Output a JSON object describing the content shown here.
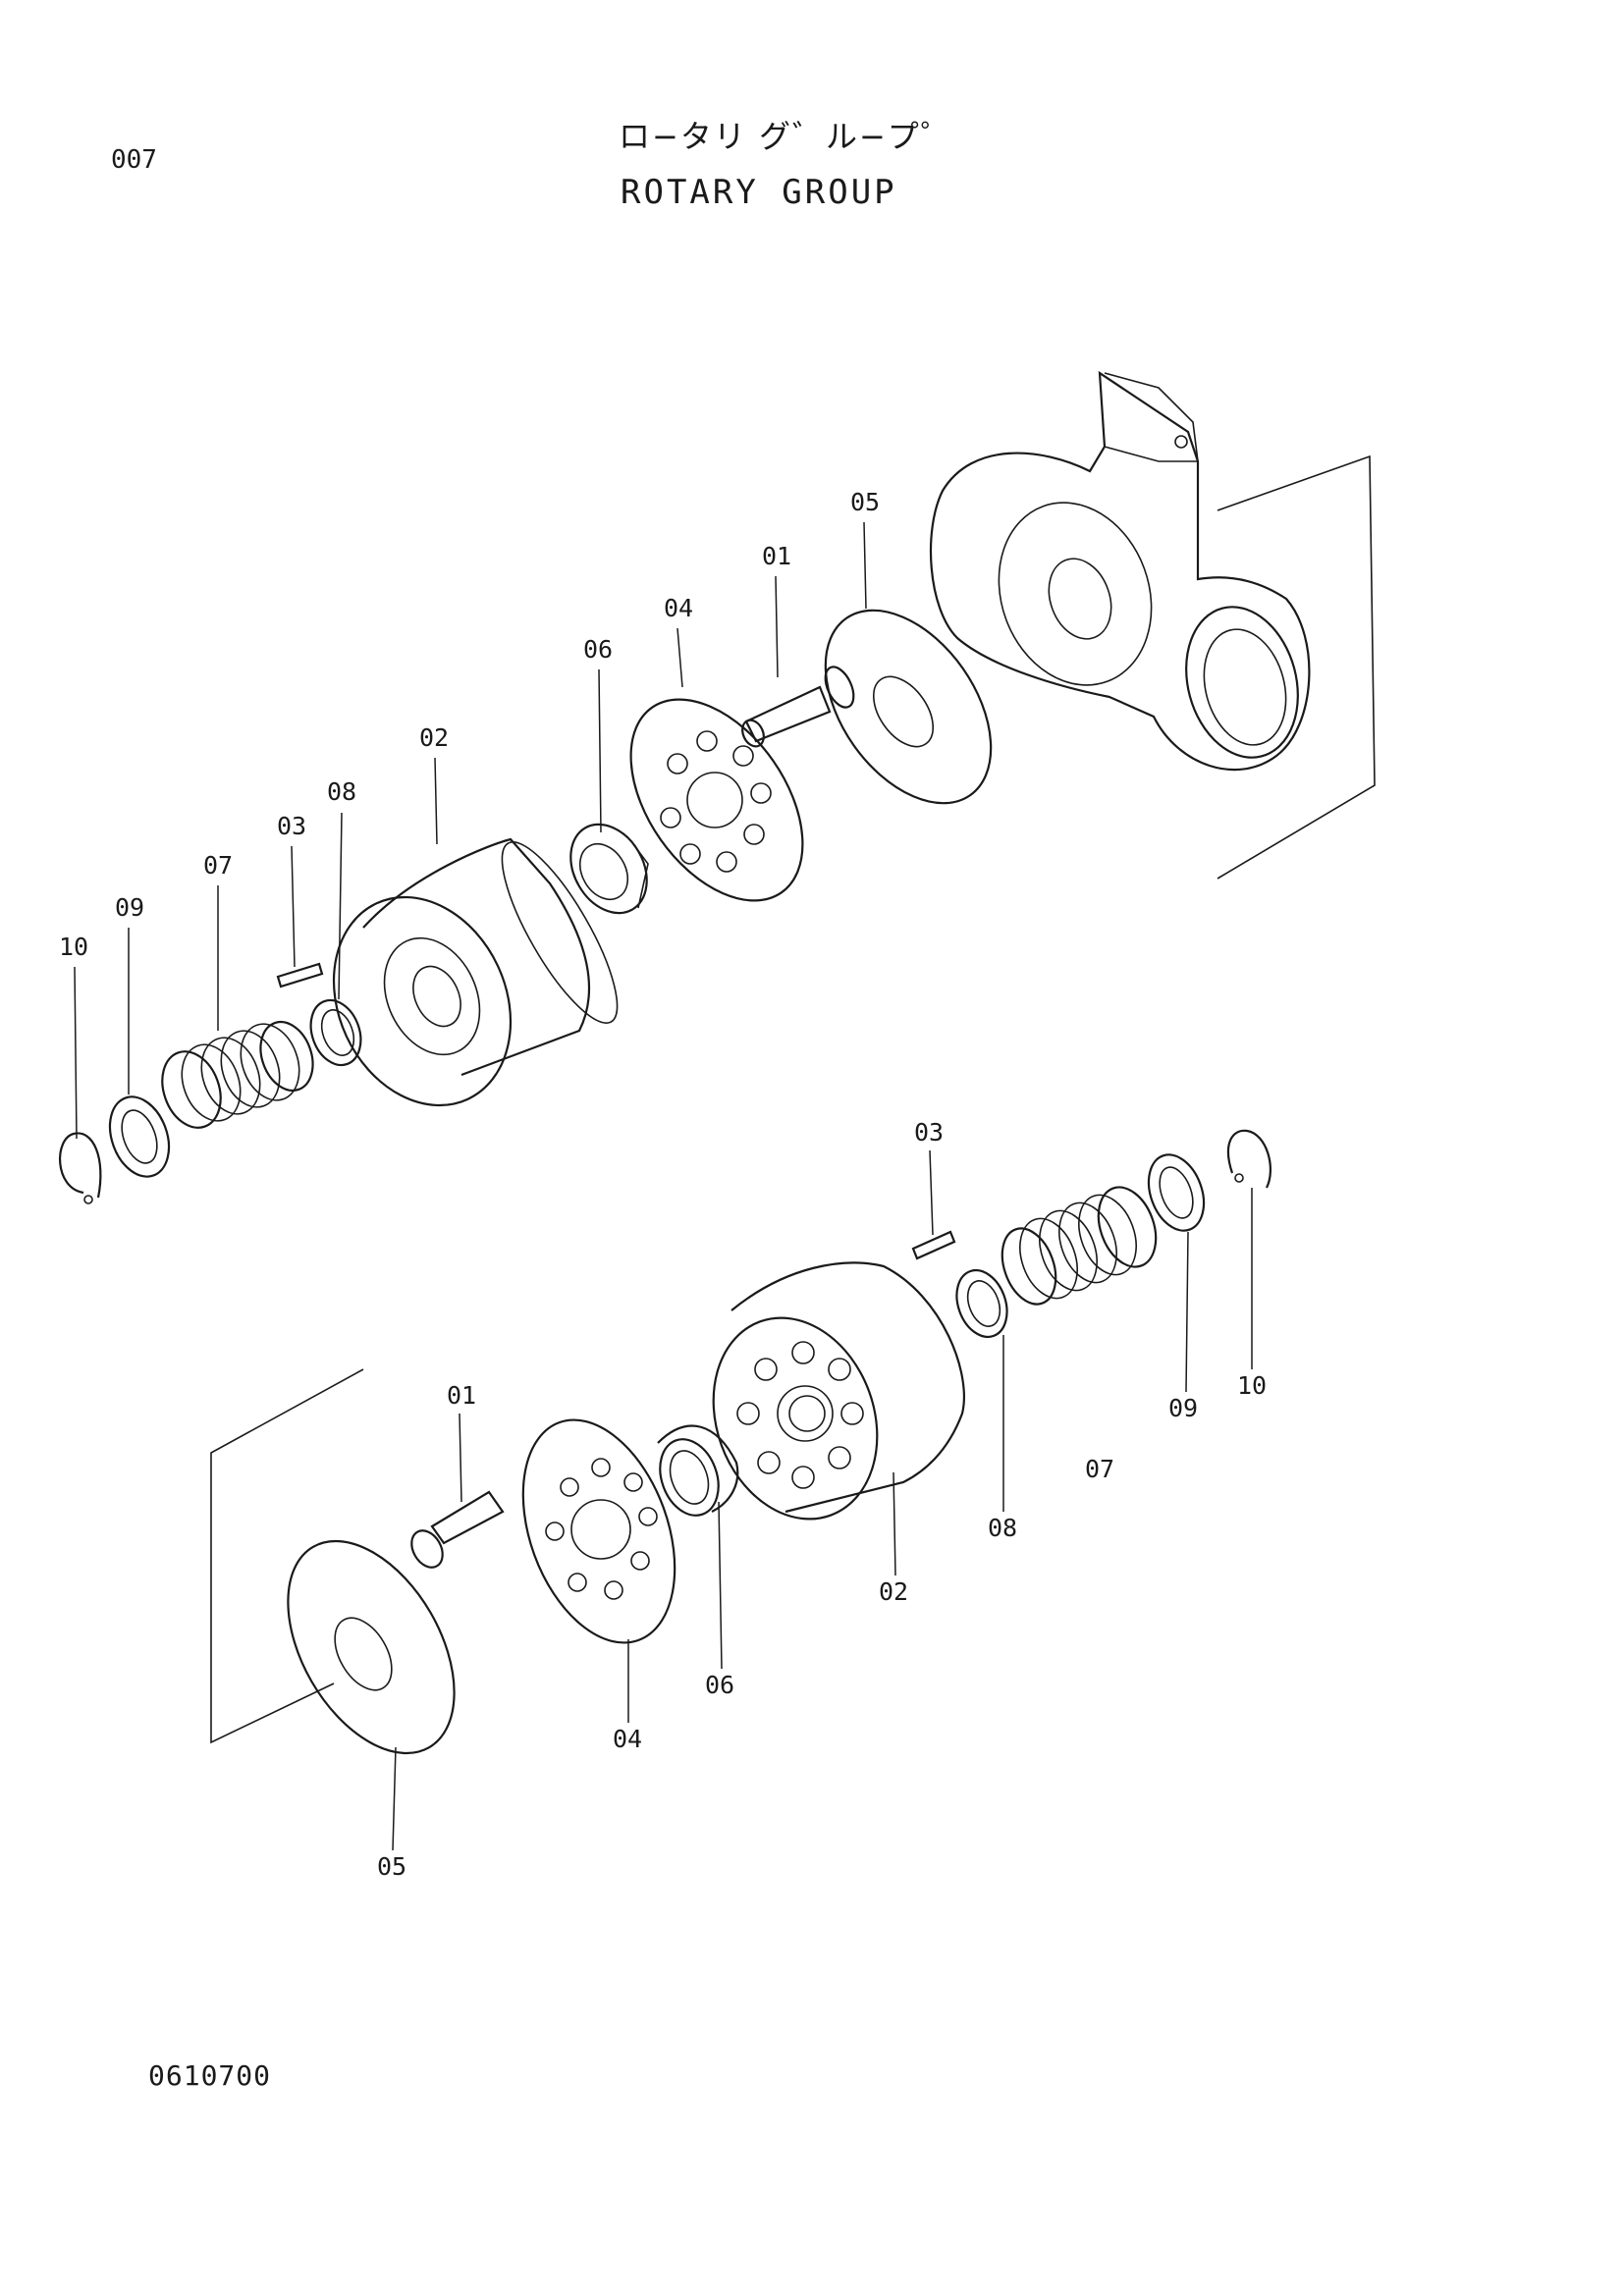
{
  "header": {
    "page_number": "007",
    "title_jp": "ロ−タリ グ゛ル−プ゜",
    "title_en": "ROTARY GROUP"
  },
  "footer": {
    "doc_code": "0610700"
  },
  "callouts_upper": {
    "c01": "01",
    "c02": "02",
    "c03": "03",
    "c04": "04",
    "c05": "05",
    "c06": "06",
    "c07": "07",
    "c08": "08",
    "c09": "09",
    "c10": "10"
  },
  "callouts_lower": {
    "c01": "01",
    "c02": "02",
    "c03": "03",
    "c04": "04",
    "c05": "05",
    "c06": "06",
    "c07": "07",
    "c08": "08",
    "c09": "09",
    "c10": "10"
  }
}
